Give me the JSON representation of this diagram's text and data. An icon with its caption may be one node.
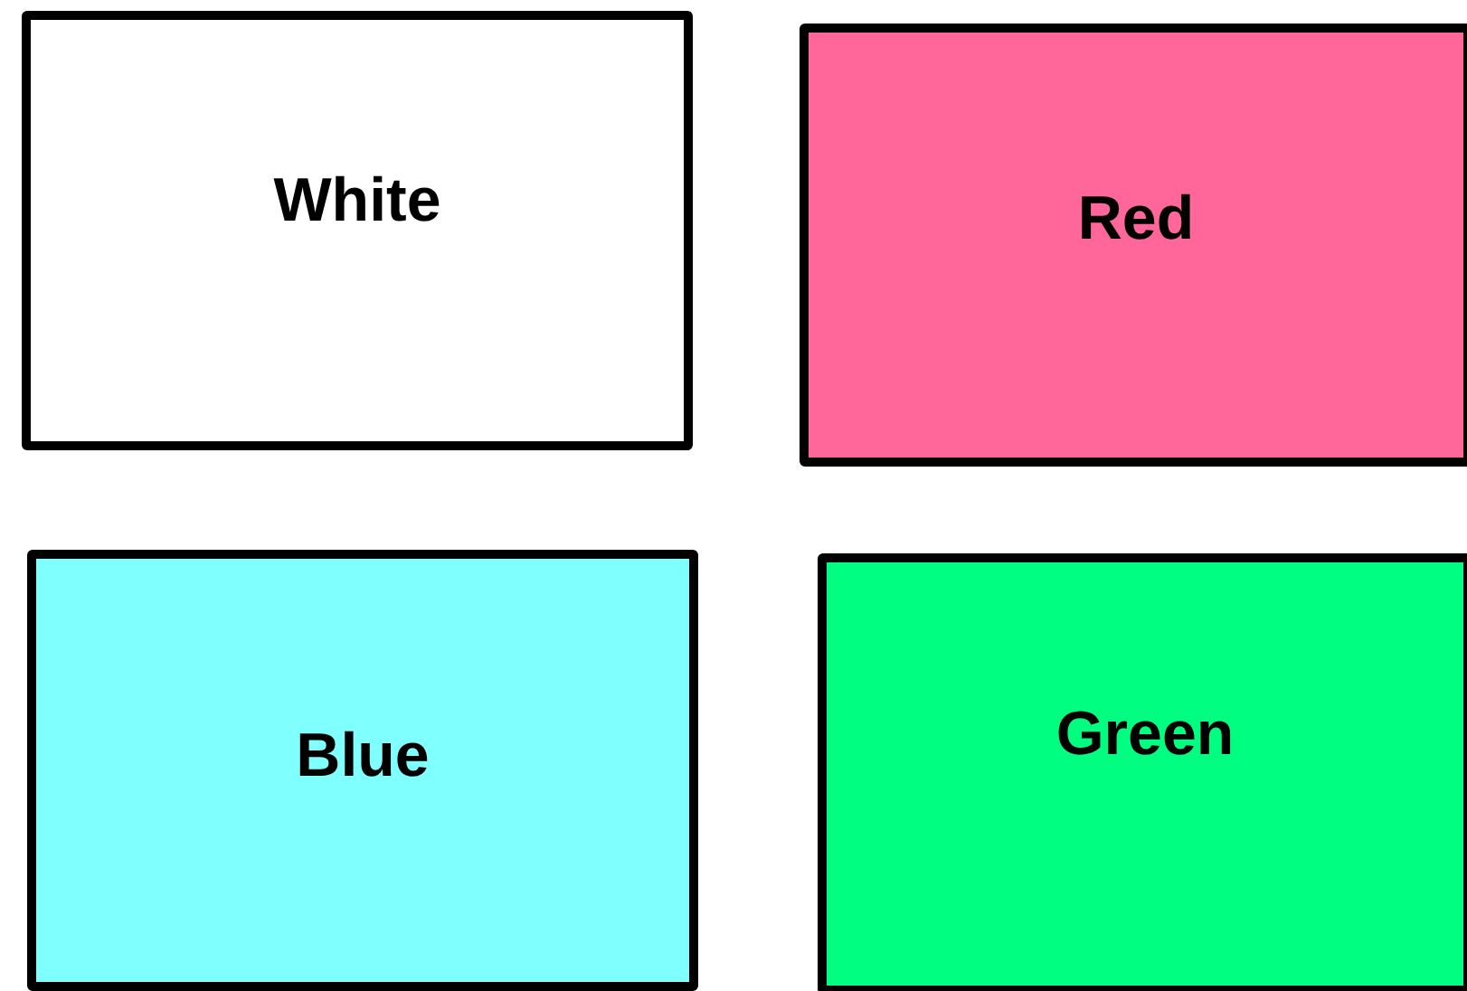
{
  "diagram": {
    "nodes": [
      {
        "text": [
          "White"
        ]
      },
      {
        "text": [
          "Red"
        ]
      },
      {
        "text": [
          "Blue"
        ]
      },
      {
        "text": [
          "Green"
        ]
      }
    ]
  }
}
